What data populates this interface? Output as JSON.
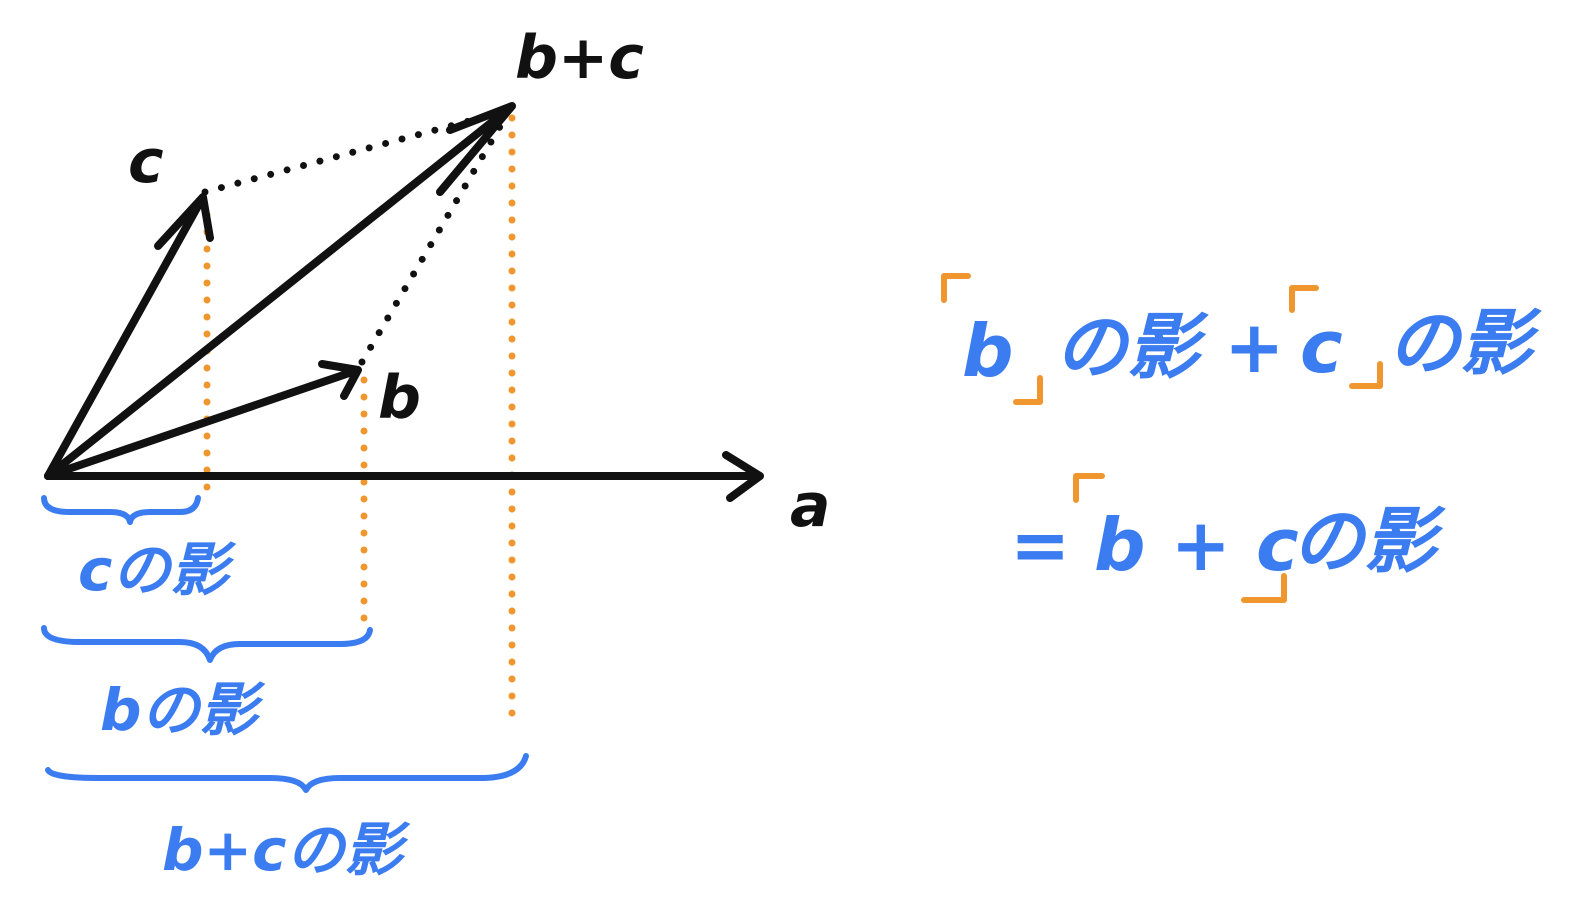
{
  "vectors": {
    "a": "a",
    "b": "b",
    "c": "c",
    "b_plus_c": "b+c"
  },
  "projections": {
    "c_shadow": "cの影",
    "b_shadow": "bの影",
    "bc_shadow": "b+cの影"
  },
  "equation": {
    "line1_b": "b",
    "line1_mid": "の影 +",
    "line1_c": "c",
    "line1_end": "の影",
    "line2_eq": "=",
    "line2_bc": "b + c",
    "line2_end": "の影"
  },
  "colors": {
    "ink": "#111111",
    "blue": "#3b7cf0",
    "orange": "#f0962e"
  }
}
